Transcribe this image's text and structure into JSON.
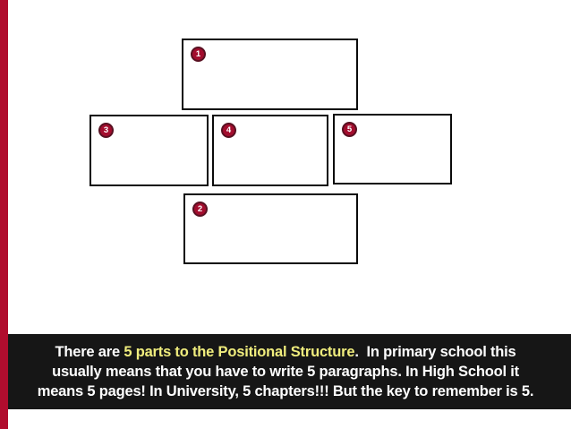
{
  "slide": {
    "accent_color": "#b00d2e",
    "band_bg": "#161616",
    "highlight_color": "#f0ed7d",
    "boxes": [
      {
        "label": "1"
      },
      {
        "label": "2"
      },
      {
        "label": "3"
      },
      {
        "label": "4"
      },
      {
        "label": "5"
      }
    ],
    "caption": {
      "line1_prefix": "There are ",
      "line1_highlight": "5 parts to the Positional Structure",
      "line1_suffix": ".  In primary school this",
      "line2": "usually means that you have to write 5 paragraphs. In High School it",
      "line3": "means 5 pages! In University, 5 chapters!!! But the key to remember is 5."
    }
  }
}
